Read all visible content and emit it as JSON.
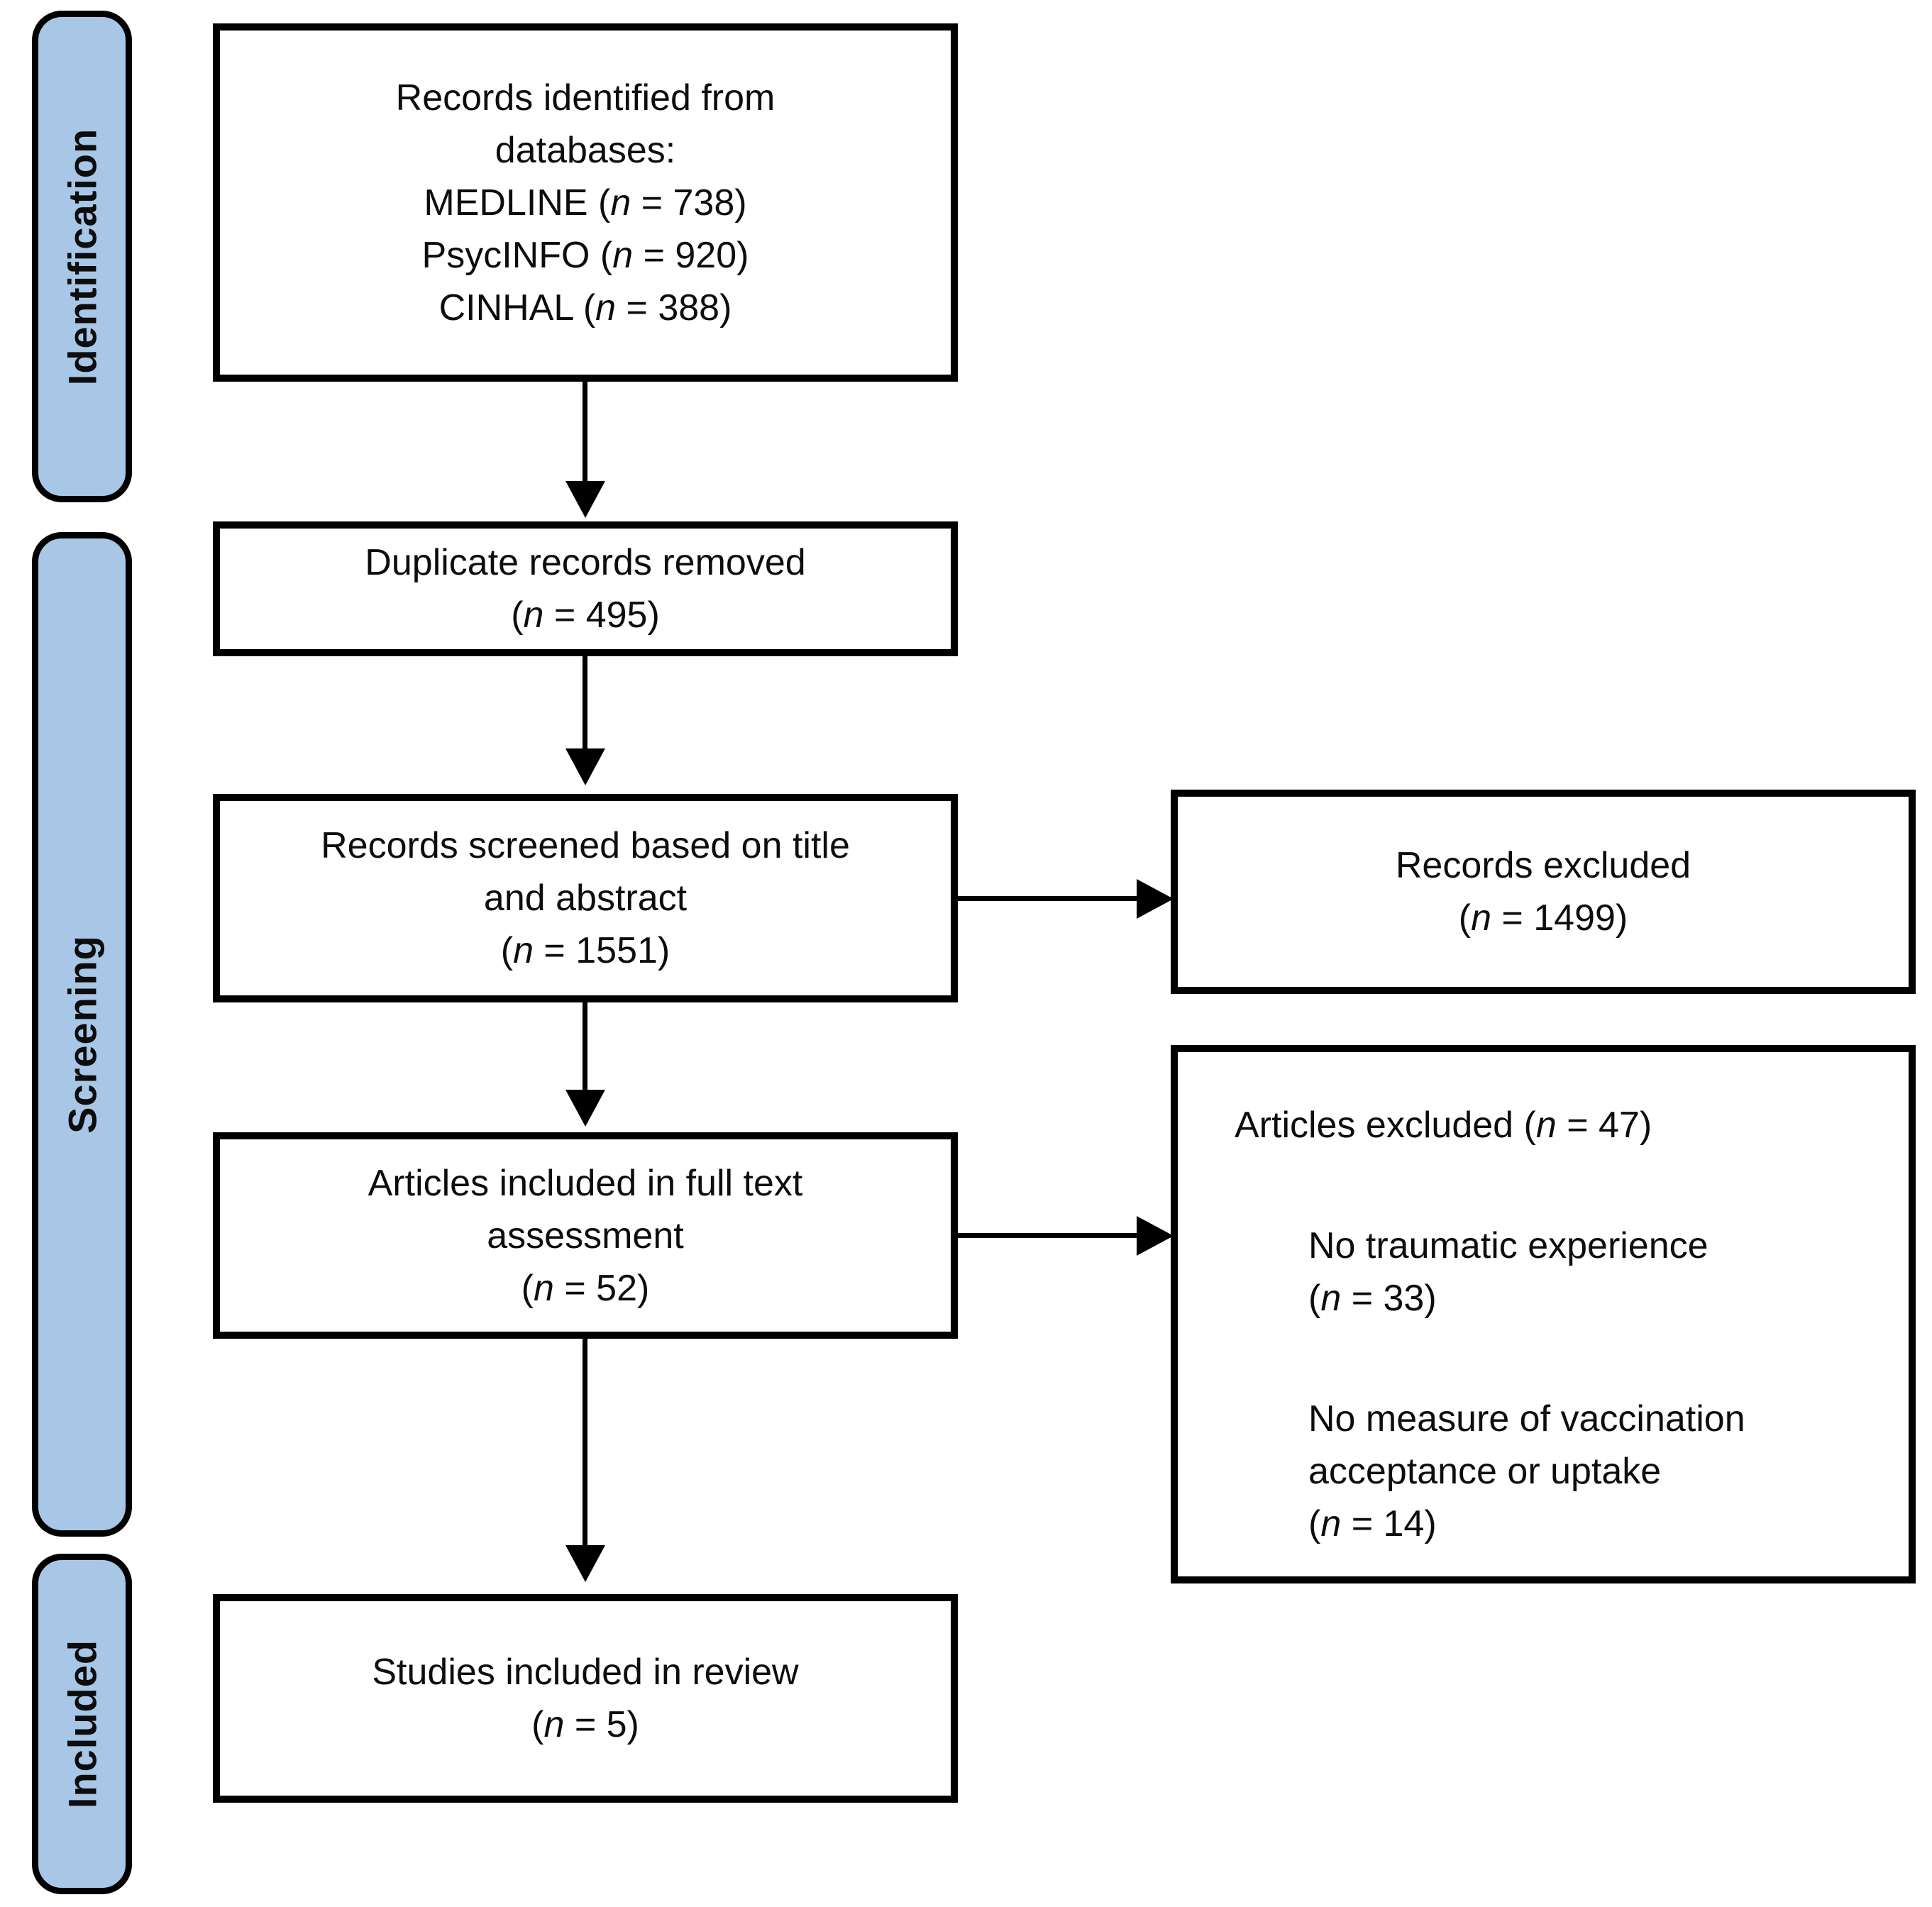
{
  "stages": [
    {
      "label": "Identification"
    },
    {
      "label": "Screening"
    },
    {
      "label": "Included"
    }
  ],
  "boxes": [
    {
      "id": "records-identified",
      "lines": [
        "Records identified from",
        "databases:",
        "MEDLINE (n = 738)",
        "PsycINFO (n = 920)",
        "CINHAL (n = 388)"
      ]
    },
    {
      "id": "duplicates-removed",
      "lines": [
        "Duplicate records removed",
        "(n = 495)"
      ]
    },
    {
      "id": "records-screened",
      "lines": [
        "Records screened based on title",
        "and abstract",
        "(n = 1551)"
      ]
    },
    {
      "id": "full-text-assessment",
      "lines": [
        "Articles included in full text",
        "assessment",
        "(n = 52)"
      ]
    },
    {
      "id": "studies-included",
      "lines": [
        "Studies included in review",
        "(n = 5)"
      ]
    }
  ],
  "exclusions": [
    {
      "id": "records-excluded",
      "lines": [
        "Records excluded",
        "(n = 1499)"
      ]
    },
    {
      "id": "articles-excluded",
      "header": "Articles excluded (n = 47)",
      "items": [
        [
          "No traumatic experience",
          "(n = 33)"
        ],
        [
          "No measure of vaccination",
          "acceptance or uptake",
          "(n = 14)"
        ]
      ]
    }
  ],
  "colors": {
    "stage_fill": "#a8c7e7",
    "line_and_border": "#000000",
    "background": "#ffffff",
    "text": "#0d0d0d"
  }
}
